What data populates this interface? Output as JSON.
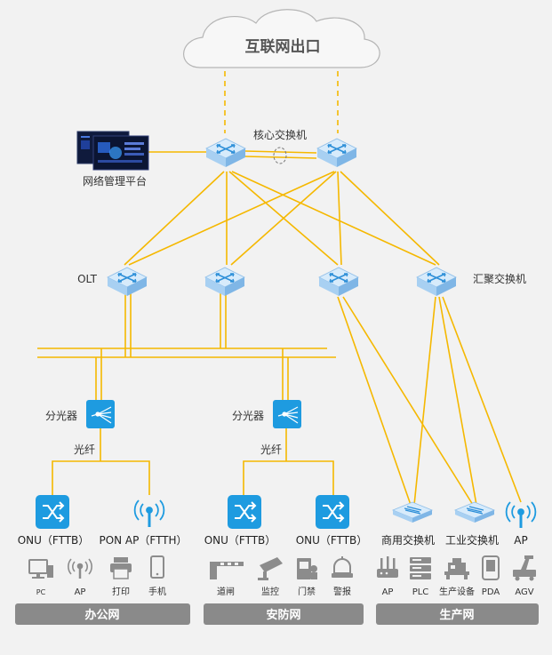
{
  "cloud": {
    "label": "互联网出口"
  },
  "core": {
    "label": "核心交换机"
  },
  "nms": {
    "label": "网络管理平台"
  },
  "aggregation": {
    "olt_label": "OLT",
    "agg_label": "汇聚交换机"
  },
  "splitters": [
    {
      "label": "分光器",
      "fiber_label": "光纤"
    },
    {
      "label": "分光器",
      "fiber_label": "光纤"
    }
  ],
  "access_devices": [
    {
      "label": "ONU（FTTB）"
    },
    {
      "label": "PON AP（FTTH）"
    },
    {
      "label": "ONU（FTTB）"
    },
    {
      "label": "ONU（FTTB）"
    },
    {
      "label": "商用交换机"
    },
    {
      "label": "工业交换机"
    },
    {
      "label": "AP"
    }
  ],
  "endpoints": [
    {
      "label": "PC",
      "icon": "pc-icon"
    },
    {
      "label": "AP",
      "icon": "ap-icon"
    },
    {
      "label": "打印",
      "icon": "printer-icon"
    },
    {
      "label": "手机",
      "icon": "phone-icon"
    },
    {
      "label": "道闸",
      "icon": "barrier-gate-icon"
    },
    {
      "label": "监控",
      "icon": "camera-icon"
    },
    {
      "label": "门禁",
      "icon": "access-control-icon"
    },
    {
      "label": "警报",
      "icon": "alarm-icon"
    },
    {
      "label": "AP",
      "icon": "ap-icon"
    },
    {
      "label": "PLC",
      "icon": "plc-icon"
    },
    {
      "label": "生产设备",
      "icon": "machine-icon"
    },
    {
      "label": "PDA",
      "icon": "pda-icon"
    },
    {
      "label": "AGV",
      "icon": "agv-icon"
    }
  ],
  "zones": [
    {
      "label": "办公网"
    },
    {
      "label": "安防网"
    },
    {
      "label": "生产网"
    }
  ],
  "colors": {
    "link": "#f5b800",
    "switch_top": "#d7ebfb",
    "switch_side": "#9ac7ef",
    "switch_arrow": "#2d8fd8",
    "onu_blue": "#1e9be0",
    "zone_bar": "#8a8a8a",
    "icon_gray": "#8c8c8c"
  }
}
